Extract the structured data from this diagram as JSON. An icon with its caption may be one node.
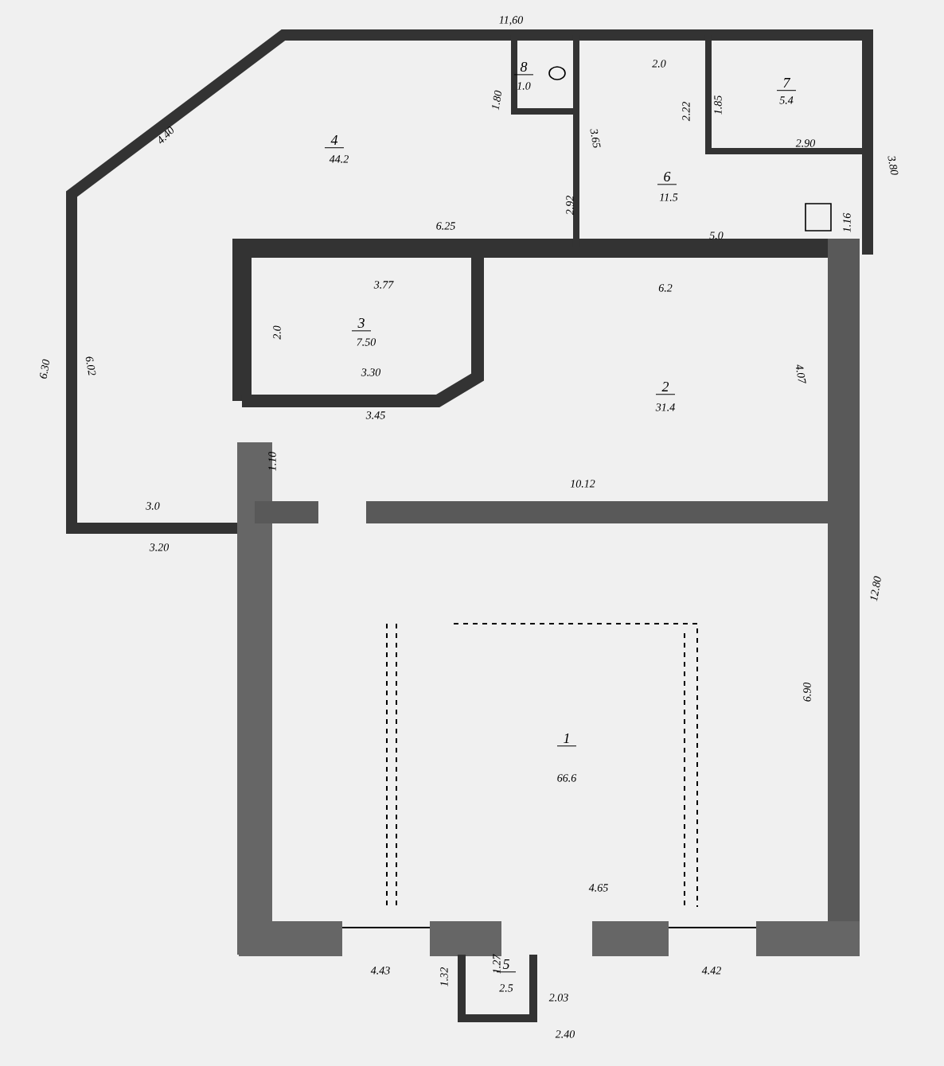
{
  "diagram": {
    "labels": [
      "11,60",
      "8",
      "1.0",
      "2.0",
      "7",
      "5.4",
      "1.80",
      "2.22",
      "1.85",
      "4.40",
      "4",
      "44.2",
      "3.65",
      "6",
      "11.5",
      "2.90",
      "3.80",
      "2.92",
      "1.16",
      "6.25",
      "5.0",
      "3.77",
      "6.2",
      "2.0",
      "3",
      "7.50",
      "3.30",
      "6.30",
      "6.02",
      "2",
      "31.4",
      "4.07",
      "3.45",
      "1.10",
      "10.12",
      "3.0",
      "3.20",
      "12.80",
      "6.90",
      "1",
      "66.6",
      "4.65",
      "4.43",
      "4.42",
      "1.32",
      "1.27",
      "5",
      "2.5",
      "2.03",
      "2.40"
    ]
  }
}
